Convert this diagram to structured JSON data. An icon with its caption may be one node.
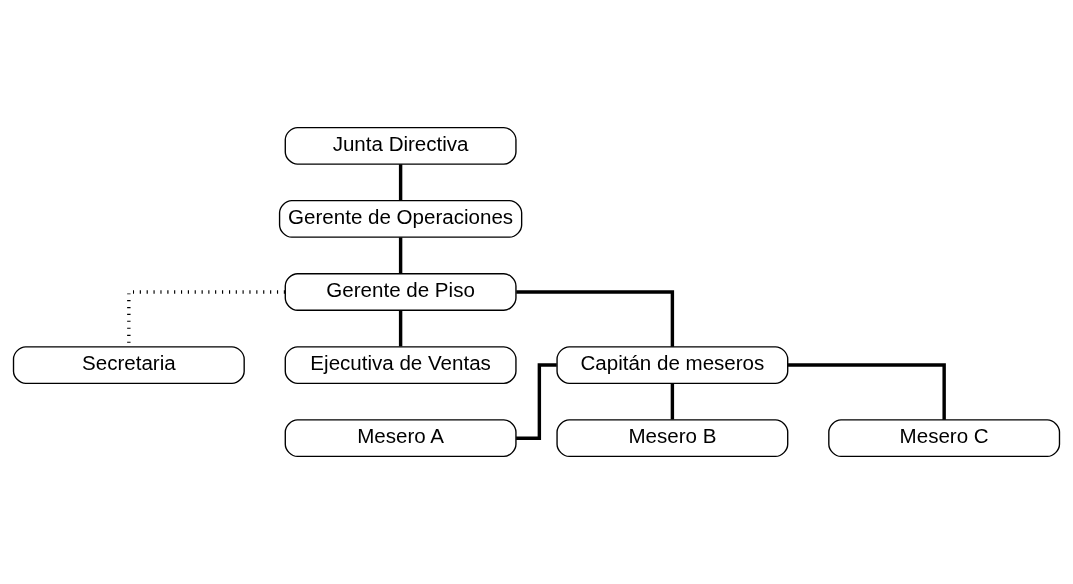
{
  "diagram": {
    "nodes": [
      {
        "text": [
          "Junta Directiva"
        ]
      },
      {
        "text": [
          "Gerente de Operaciones"
        ]
      },
      {
        "text": [
          "Gerente de Piso"
        ]
      },
      {
        "text": [
          "Secretaria"
        ]
      },
      {
        "text": [
          "Ejecutiva de Ventas"
        ]
      },
      {
        "text": [
          "Capitán de meseros"
        ]
      },
      {
        "text": [
          "Mesero A"
        ]
      },
      {
        "text": [
          "Mesero B"
        ]
      },
      {
        "text": [
          "Mesero C"
        ]
      }
    ],
    "edges": [
      {
        "from": 0,
        "to": 1,
        "arrow": "none"
      },
      {
        "from": 1,
        "to": 2,
        "arrow": "none"
      },
      {
        "from": 2,
        "to": 3,
        "arrow": "none",
        "style": "dashed"
      },
      {
        "from": 2,
        "to": 4,
        "arrow": "none"
      },
      {
        "from": 2,
        "to": 5,
        "arrow": "none"
      },
      {
        "from": 5,
        "to": 6,
        "arrow": "none"
      },
      {
        "from": 5,
        "to": 7,
        "arrow": "none"
      },
      {
        "from": 5,
        "to": 8,
        "arrow": "none"
      }
    ]
  }
}
